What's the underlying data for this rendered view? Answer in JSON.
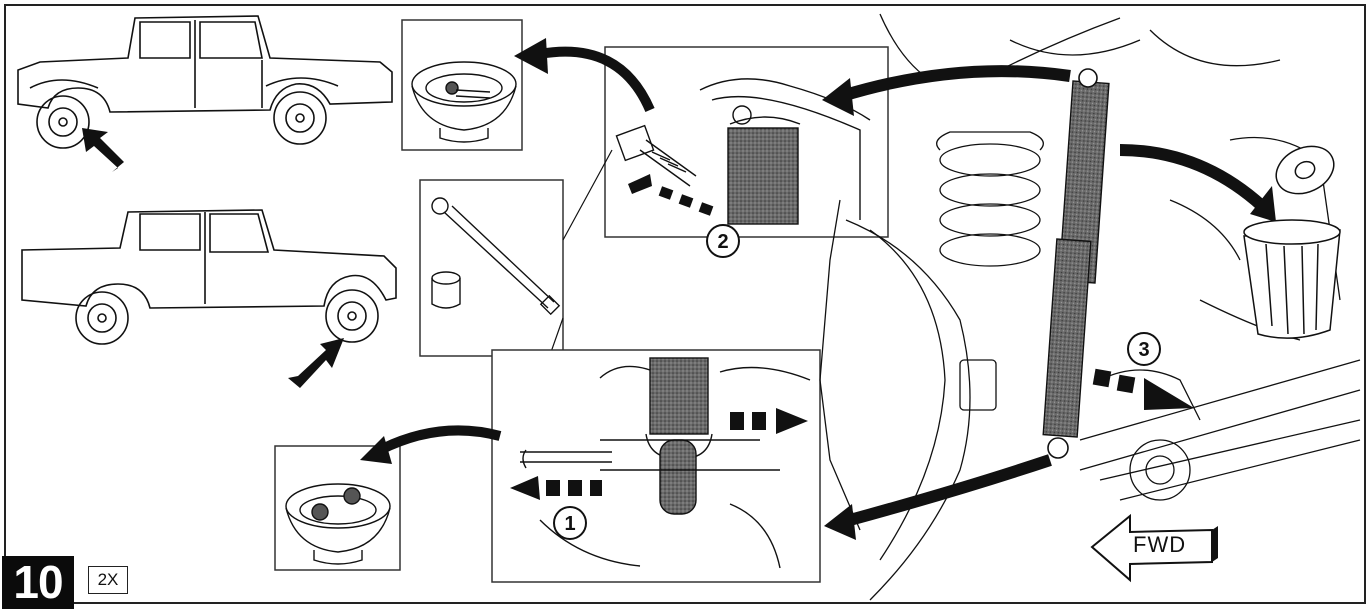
{
  "figure": {
    "step_number": "10",
    "quantity_badge": "2X",
    "callouts": [
      "1",
      "2",
      "3"
    ],
    "direction_label": "FWD"
  },
  "colors": {
    "ink": "#111111",
    "shock_fill": "#5a5a5a",
    "step_badge": "#0b0b0b"
  },
  "icons": [
    "jeep-4door-icon",
    "jeep-pickup-icon",
    "parts-tray-icon",
    "ratchet-icon",
    "socket-icon",
    "trash-can-icon",
    "fwd-arrow-icon"
  ]
}
